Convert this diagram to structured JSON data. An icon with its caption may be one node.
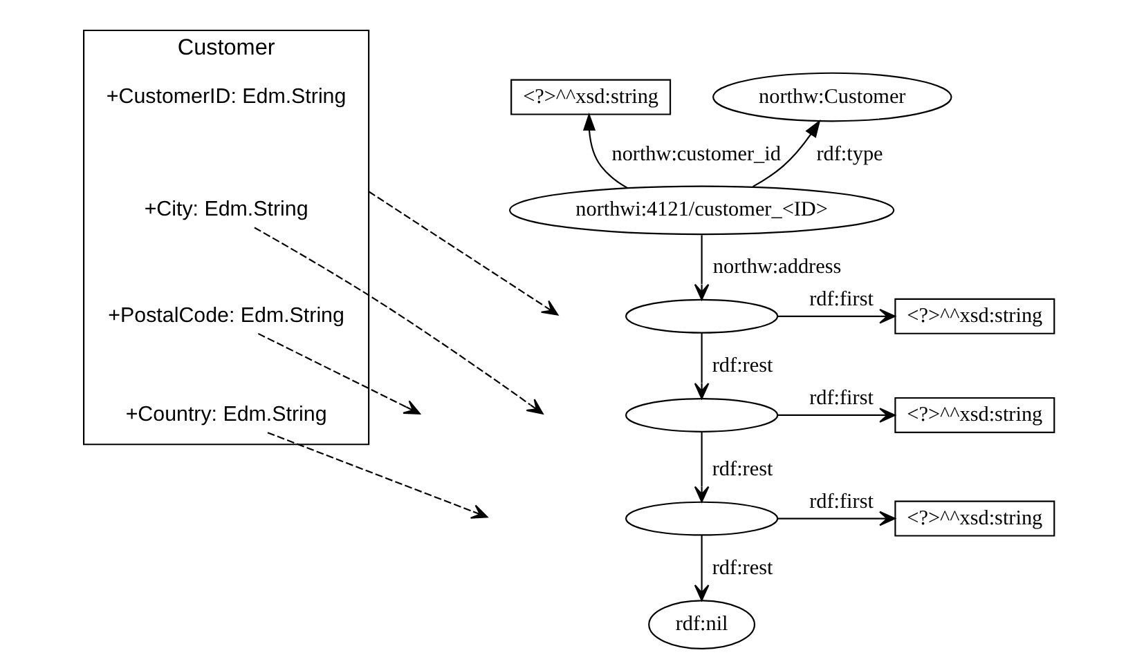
{
  "diagram": {
    "nodes": [
      {
        "text": [
          "<?>^^xsd:string"
        ]
      },
      {
        "text": [
          "northw:Customer"
        ]
      },
      {
        "text": [
          "northwi:4121/customer_<ID>"
        ]
      },
      {
        "text": [],
        "shape": "ellipse"
      },
      {
        "text": [
          "<?>^^xsd:string"
        ]
      },
      {
        "text": [],
        "shape": "ellipse"
      },
      {
        "text": [
          "<?>^^xsd:string"
        ]
      },
      {
        "text": [],
        "shape": "ellipse"
      },
      {
        "text": [
          "<?>^^xsd:string"
        ]
      },
      {
        "text": [
          "rdf:nil"
        ]
      },
      {
        "text": [
          "Customer"
        ]
      },
      {
        "text": [
          "+CustomerID: Edm.String"
        ],
        "in": 10
      },
      {
        "text": [
          "+City: Edm.String"
        ],
        "in": 10
      },
      {
        "text": [
          "+PostalCode: Edm.String"
        ],
        "in": 10
      },
      {
        "text": [
          "+Country: Edm.String"
        ],
        "in": 10
      }
    ],
    "edges": [
      {
        "from": 2,
        "to": 0,
        "label": "northw:customer_id",
        "arrow": "to"
      },
      {
        "from": 2,
        "to": 1,
        "label": "rdf:type",
        "arrow": "to"
      },
      {
        "from": 2,
        "to": 3,
        "label": "northw:address",
        "arrow": "to"
      },
      {
        "from": 3,
        "to": 4,
        "label": "rdf:first",
        "arrow": "to"
      },
      {
        "from": 3,
        "to": 5,
        "label": "rdf:rest",
        "arrow": "to"
      },
      {
        "from": 5,
        "to": 6,
        "label": "rdf:first",
        "arrow": "to"
      },
      {
        "from": 5,
        "to": 7,
        "label": "rdf:rest",
        "arrow": "to"
      },
      {
        "from": 7,
        "to": 8,
        "label": "rdf:first",
        "arrow": "to"
      },
      {
        "from": 7,
        "to": 9,
        "label": "rdf:rest",
        "arrow": "to"
      },
      {
        "from": 10,
        "to": null,
        "arrow": "to",
        "style": "dashed"
      },
      {
        "from": 12,
        "to": null,
        "arrow": "to",
        "style": "dashed"
      },
      {
        "from": 13,
        "to": null,
        "arrow": "to",
        "style": "dashed"
      },
      {
        "from": 14,
        "to": null,
        "arrow": "to",
        "style": "dashed"
      }
    ]
  }
}
